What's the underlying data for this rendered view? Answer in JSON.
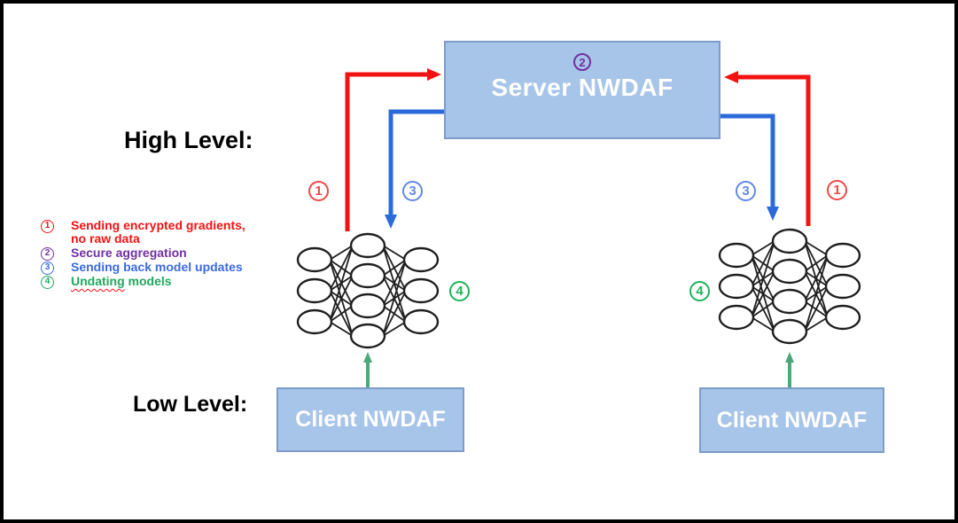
{
  "colors": {
    "red": "#f31212",
    "red_arrow": "#f31212",
    "label_red": "#f04848",
    "blue_arrow": "#2b6bd9",
    "blue_text": "#3a6ae0",
    "label_blue": "#6189e8",
    "purple": "#7030a0",
    "green": "#22a85c",
    "label_green": "#1db35a",
    "green_arrow": "#4aa97a",
    "box_fill": "#a7c4e9",
    "box_border": "#7d9cc9"
  },
  "sections": {
    "high_level": "High Level:",
    "low_level": "Low Level:"
  },
  "server": {
    "badge_num": "2",
    "title": "Server NWDAF"
  },
  "clients": {
    "left_title": "Client NWDAF",
    "right_title": "Client NWDAF"
  },
  "legend": {
    "items": [
      {
        "num": "1",
        "line1": "Sending encrypted gradients,",
        "line2": "no raw data"
      },
      {
        "num": "2",
        "line1": "Secure aggregation"
      },
      {
        "num": "3",
        "line1": "Sending back model updates"
      },
      {
        "num": "4",
        "word_underlined": "Undating",
        "rest": " models"
      }
    ]
  },
  "flow_labels": {
    "left_red_num": "1",
    "left_blue_num": "3",
    "right_blue_num": "3",
    "right_red_num": "1",
    "left_update_num": "4",
    "right_update_num": "4"
  },
  "nn_layers": [
    3,
    4,
    3
  ]
}
